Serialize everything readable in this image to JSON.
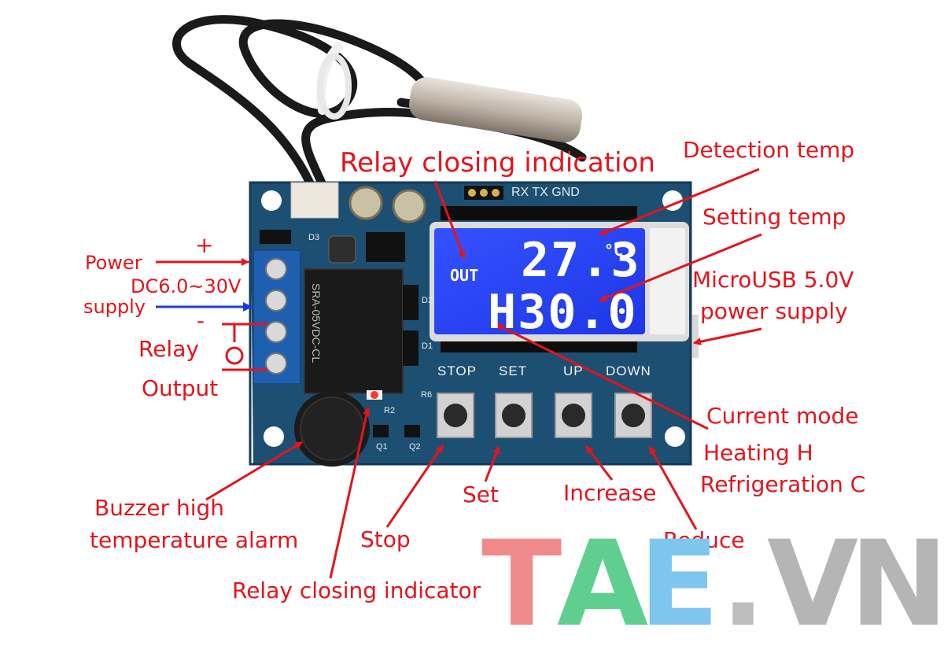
{
  "annotations": {
    "relay_closing_indication": "Relay closing indication",
    "detection_temp": "Detection temp",
    "setting_temp": "Setting temp",
    "microusb_line1": "MicroUSB 5.0V",
    "microusb_line2": "power supply",
    "power": "Power",
    "plus": "+",
    "dc_range": "DC6.0~30V",
    "supply": "supply",
    "minus": "-",
    "relay": "Relay",
    "output": "Output",
    "current_mode": "Current mode",
    "heating": "Heating H",
    "refrigeration": "Refrigeration C",
    "set": "Set",
    "increase": "Increase",
    "reduce": "Reduce",
    "stop": "Stop",
    "buzzer_line1": "Buzzer high",
    "buzzer_line2": "temperature alarm",
    "relay_closing_indicator": "Relay closing indicator"
  },
  "board": {
    "header_label": "RX TX GND",
    "buttons": [
      "STOP",
      "SET",
      "UP",
      "DOWN"
    ],
    "relay_model": "SRA-05VDC-CL",
    "component_labels": [
      "D3",
      "D2",
      "D1",
      "R6",
      "R2",
      "Q1",
      "Q2"
    ]
  },
  "lcd": {
    "out": "OUT",
    "temperature": "27.3",
    "unit": "°C",
    "mode_value": "H30.0"
  },
  "watermark": {
    "letters": [
      "T",
      "A",
      "E",
      ".",
      "V",
      "N"
    ],
    "colors": [
      "#f08a8a",
      "#5fcf8f",
      "#7fc6ee",
      "#bdbdbd",
      "#b5b5b5",
      "#b5b5b5"
    ]
  },
  "colors": {
    "annotation": "#e4141b",
    "power_arrow": "#e4141b",
    "supply_arrow": "#1a3ae0",
    "pcb": "#1d4f73",
    "lcd": "#2946ff"
  }
}
